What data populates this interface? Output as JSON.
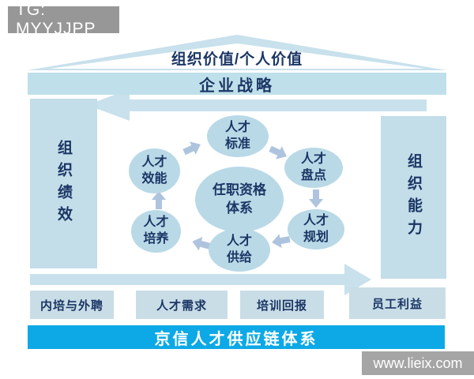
{
  "tag": {
    "label": "TG: MYYJJPP"
  },
  "roof": {
    "label": "组织价值/个人价值"
  },
  "strategy_bar": {
    "label": "企业战略"
  },
  "left_bar": {
    "label": "组织绩效"
  },
  "right_bar": {
    "label": "组织能力"
  },
  "center_circle": {
    "lines": [
      "任职资格",
      "体系"
    ]
  },
  "circles": [
    {
      "id": "talent-standard",
      "lines": [
        "人才",
        "标准"
      ]
    },
    {
      "id": "talent-inventory",
      "lines": [
        "人才",
        "盘点"
      ]
    },
    {
      "id": "talent-planning",
      "lines": [
        "人才",
        "规划"
      ]
    },
    {
      "id": "talent-supply",
      "lines": [
        "人才",
        "供给"
      ]
    },
    {
      "id": "talent-development",
      "lines": [
        "人才",
        "培养"
      ]
    },
    {
      "id": "talent-efficiency",
      "lines": [
        "人才",
        "效能"
      ]
    }
  ],
  "bottom_boxes": [
    {
      "label": "内培与外聘"
    },
    {
      "label": "人才需求"
    },
    {
      "label": "培训回报"
    },
    {
      "label": "员工利益"
    }
  ],
  "footer_bar": {
    "label": "京信人才供应链体系"
  },
  "watermark": {
    "label": "www.lieix.com"
  },
  "colors": {
    "light_blue_fill": "#c8e1ec",
    "circle_fill": "#b9d9e7",
    "small_arrow_fill": "#aec3de",
    "navy_text": "#1b3665",
    "footer_cyan": "#0da9e6",
    "tag_gray": "#979797",
    "watermark_gray": "#a5a5a5"
  }
}
